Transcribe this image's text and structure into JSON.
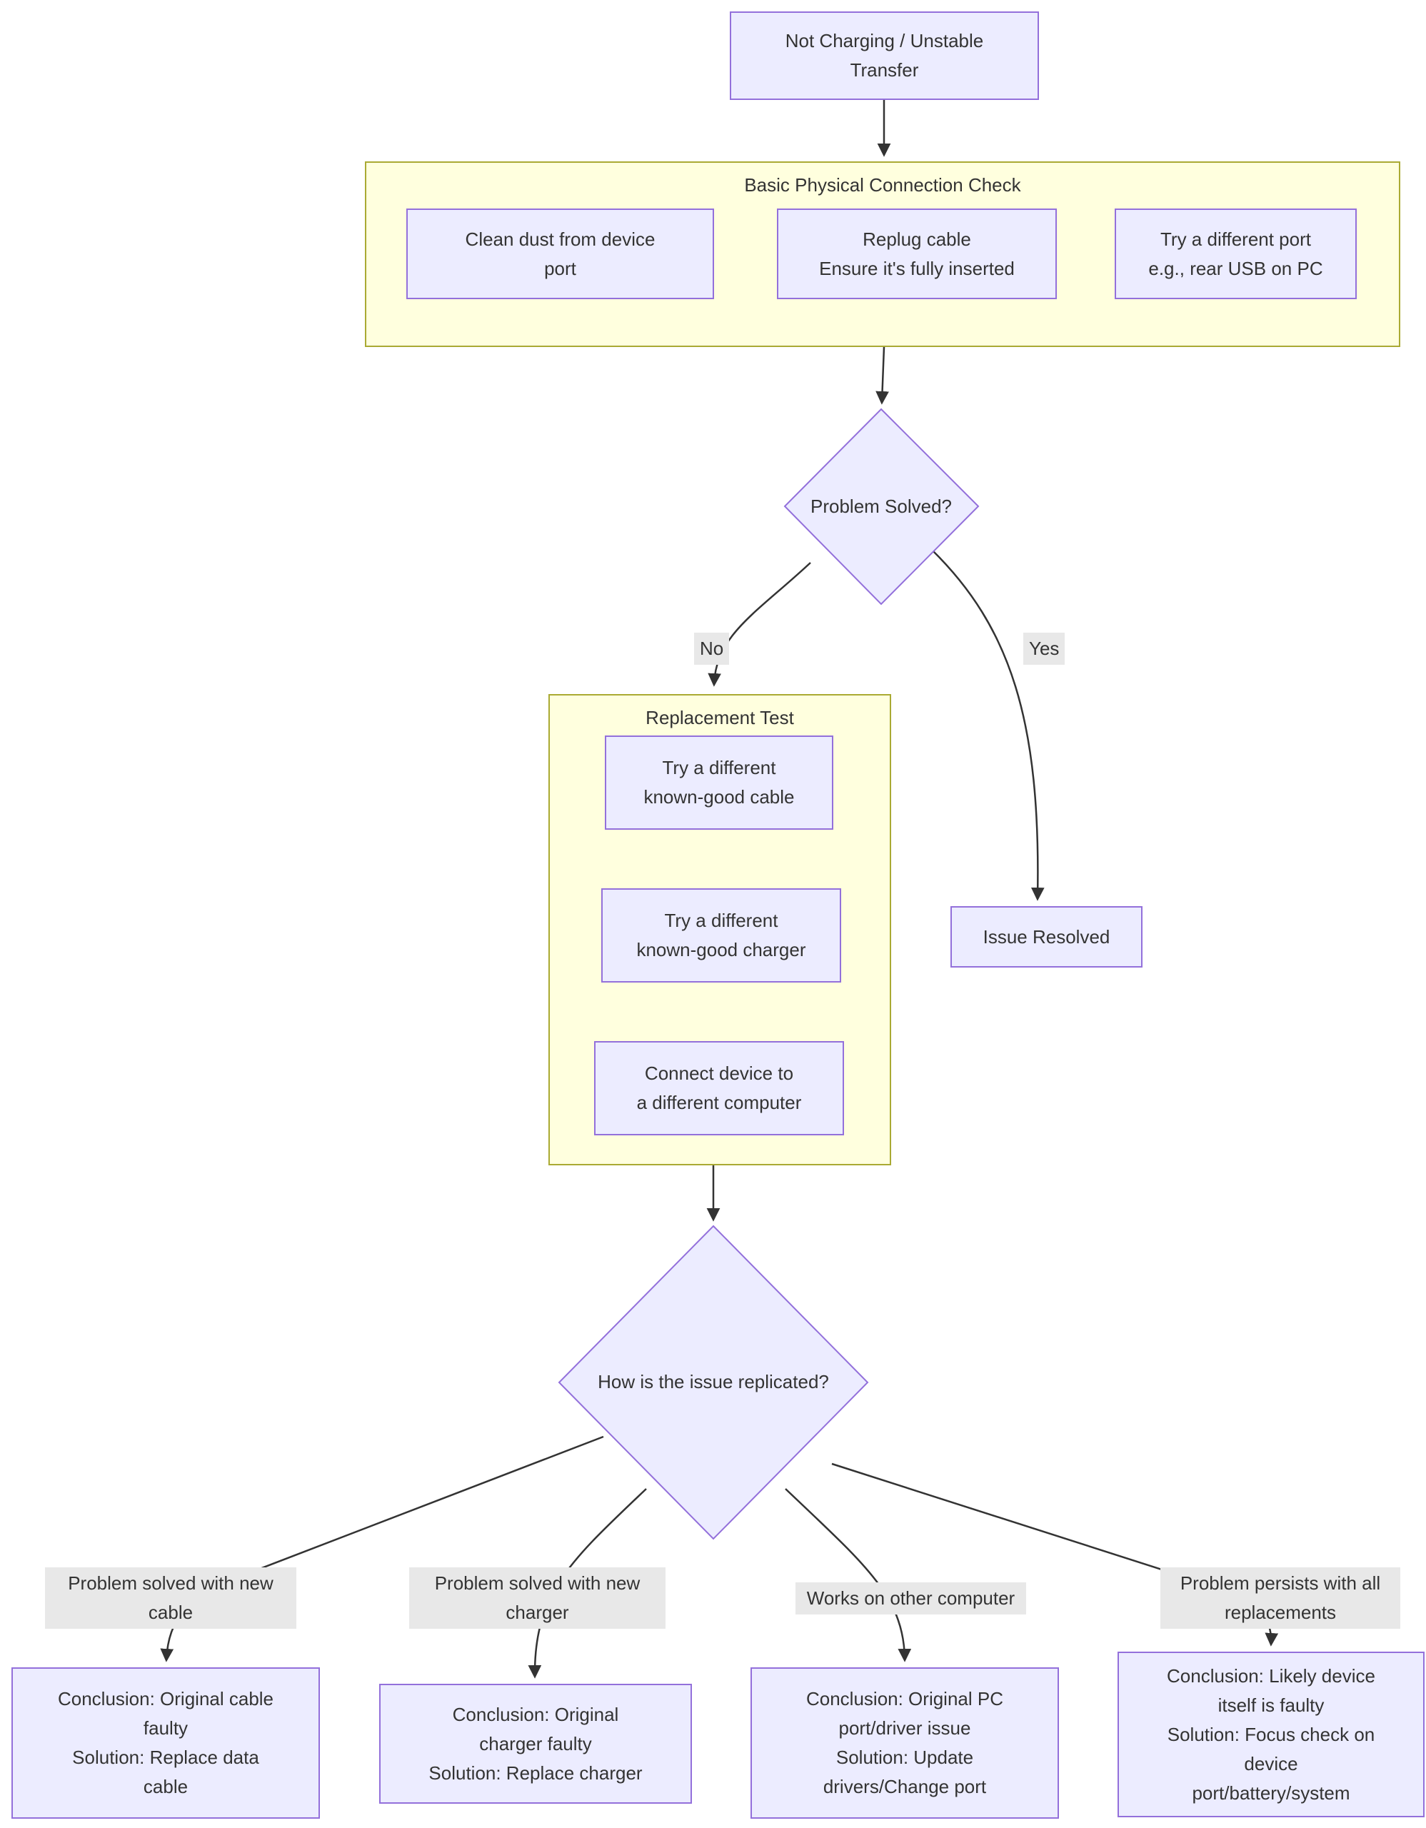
{
  "colors": {
    "node_fill": "#ececff",
    "node_border": "#9370db",
    "cluster_fill": "#ffffde",
    "cluster_border": "#aaaa33",
    "edge_color": "#333333",
    "edge_label_bg": "#e8e8e8",
    "text_color": "#333333"
  },
  "flowchart": {
    "start_node": {
      "label": [
        "Not Charging / Unstable",
        "Transfer"
      ]
    },
    "basic_check": {
      "title": "Basic Physical Connection Check",
      "steps": [
        {
          "label": [
            "Clean dust from device",
            "port"
          ]
        },
        {
          "label": [
            "Replug cable",
            "Ensure it's fully inserted"
          ]
        },
        {
          "label": [
            "Try a different port",
            "e.g., rear USB on PC"
          ]
        }
      ]
    },
    "decision_solved": {
      "label": "Problem Solved?"
    },
    "branch_labels": {
      "no": "No",
      "yes": "Yes"
    },
    "replacement_test": {
      "title": "Replacement Test",
      "steps": [
        {
          "label": [
            "Try a different",
            "known-good cable"
          ]
        },
        {
          "label": [
            "Try a different",
            "known-good charger"
          ]
        },
        {
          "label": [
            "Connect device to",
            "a different computer"
          ]
        }
      ]
    },
    "issue_resolved": {
      "label": "Issue Resolved"
    },
    "decision_replicated": {
      "label": "How is the issue replicated?"
    },
    "outcome_labels": [
      {
        "label": [
          "Problem solved with new",
          "cable"
        ]
      },
      {
        "label": [
          "Problem solved with new",
          "charger"
        ]
      },
      {
        "label": [
          "Works on other computer"
        ]
      },
      {
        "label": [
          "Problem persists with all",
          "replacements"
        ]
      }
    ],
    "conclusions": [
      {
        "label": [
          "Conclusion: Original cable",
          "faulty",
          "Solution: Replace data",
          "cable"
        ]
      },
      {
        "label": [
          "Conclusion: Original",
          "charger faulty",
          "Solution: Replace charger"
        ]
      },
      {
        "label": [
          "Conclusion: Original PC",
          "port/driver issue",
          "Solution: Update",
          "drivers/Change port"
        ]
      },
      {
        "label": [
          "Conclusion: Likely device",
          "itself is faulty",
          "Solution: Focus check on",
          "device",
          "port/battery/system"
        ]
      }
    ]
  }
}
